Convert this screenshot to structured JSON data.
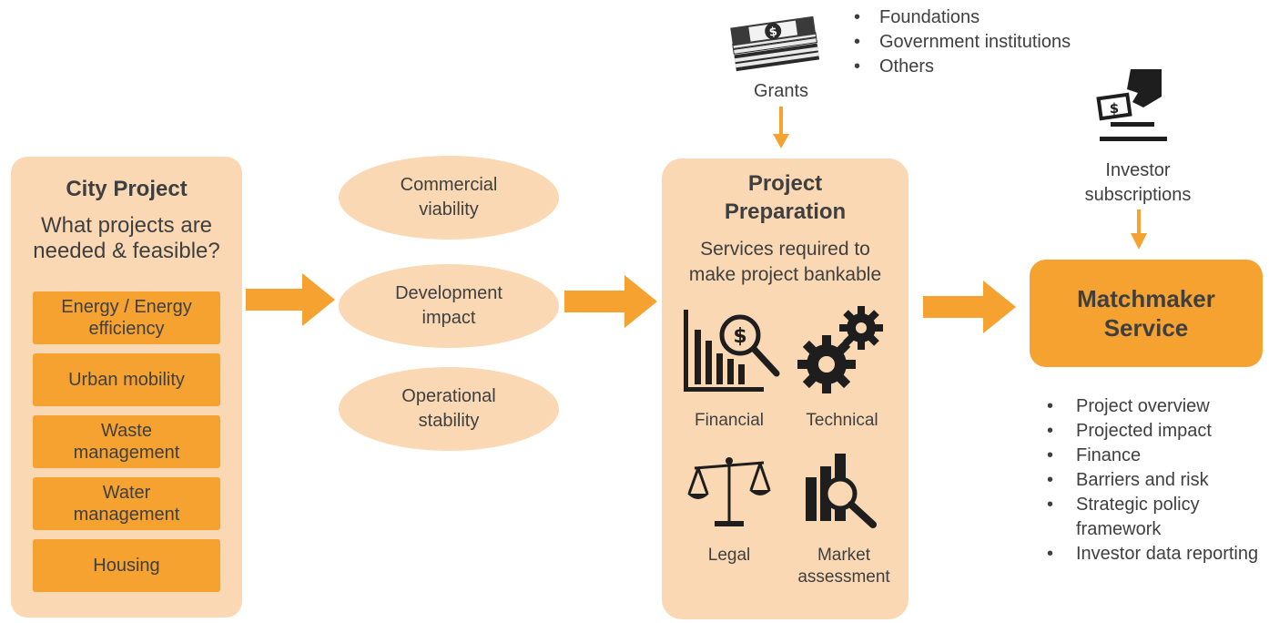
{
  "colors": {
    "panel_light": "#fad8b4",
    "accent_orange": "#f5a231",
    "text": "#3f3f3f"
  },
  "city_project": {
    "title": "City Project",
    "question_line1": "What projects are",
    "question_line2": "needed & feasible?",
    "items": [
      {
        "line1": "Energy / Energy",
        "line2": "efficiency"
      },
      {
        "line1": "Urban mobility",
        "line2": ""
      },
      {
        "line1": "Waste",
        "line2": "management"
      },
      {
        "line1": "Water",
        "line2": "management"
      },
      {
        "line1": "Housing",
        "line2": ""
      }
    ]
  },
  "criteria": [
    {
      "line1": "Commercial",
      "line2": "viability"
    },
    {
      "line1": "Development",
      "line2": "impact"
    },
    {
      "line1": "Operational",
      "line2": "stability"
    }
  ],
  "grants": {
    "label": "Grants",
    "icon": "money-stack-icon",
    "sources": [
      "Foundations",
      "Government institutions",
      "Others"
    ]
  },
  "project_preparation": {
    "title_line1": "Project",
    "title_line2": "Preparation",
    "subtitle_line1": "Services required to",
    "subtitle_line2": "make project bankable",
    "services": [
      {
        "label_line1": "Financial",
        "label_line2": "",
        "icon": "financial-chart-icon"
      },
      {
        "label_line1": "Technical",
        "label_line2": "",
        "icon": "gears-icon"
      },
      {
        "label_line1": "Legal",
        "label_line2": "",
        "icon": "scales-icon"
      },
      {
        "label_line1": "Market",
        "label_line2": "assessment",
        "icon": "market-chart-icon"
      }
    ]
  },
  "investor": {
    "label_line1": "Investor",
    "label_line2": "subscriptions",
    "icon": "investment-hand-icon"
  },
  "matchmaker": {
    "title_line1": "Matchmaker",
    "title_line2": "Service",
    "features": [
      "Project overview",
      "Projected impact",
      "Finance",
      "Barriers and risk",
      "Strategic policy framework",
      "Investor data reporting"
    ]
  }
}
